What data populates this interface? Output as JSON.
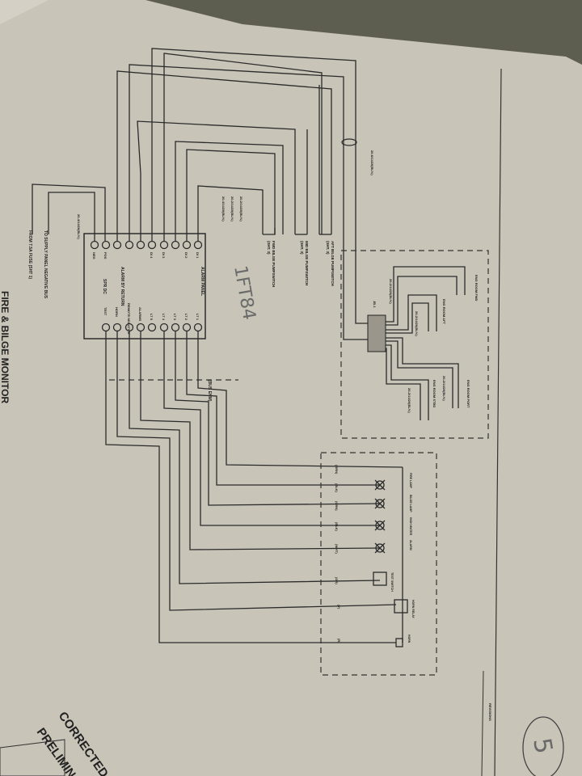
{
  "title": "FIRE & BILGE MONITOR",
  "handwritten": {
    "note": "1FT84",
    "sheet_number": "5"
  },
  "stamps": {
    "corrected": "CORRECTED",
    "preliminary": "PRELIMINARY"
  },
  "revision_block": {
    "header": "REVISIONS"
  },
  "alarm_panel": {
    "label": "ALARM PANEL",
    "top_terminals": [
      "NEG",
      "POS",
      "",
      "",
      "",
      "DI 4",
      "DI 3",
      "DI 2",
      "DI 1"
    ],
    "bottom_terminals": [
      "TEST",
      "HORN",
      "REMOTE NEGATIVE",
      "ALARMS",
      "LT 5",
      "LT 4",
      "LT 3",
      "LT 2",
      "LT 1"
    ],
    "alarm_return_label": "ALARM BY RETURN",
    "fuse_label": "SPR DC",
    "bus_label": "(BUS ENM)"
  },
  "supply": {
    "to_label": "TO SUPPLY PANEL NEGATIVE BUS",
    "from_label": "FROM 7.5A FUSE (SHT 1)"
  },
  "cables": {
    "panel_feed": "20-4/14/20(BL%)",
    "pump_a": "20-2/14/20(BL%)",
    "pump_b": "20-2/14/20(BL%)",
    "pump_c": "20-4/14/20(BL%)",
    "jb_main": "20-6/14/20(BL%)",
    "jb_a": "20-2/14/20(BL%)",
    "jb_b": "20-2/14/20(BL%)",
    "jb_c": "20-2/14/20(BL%)",
    "jb_d": "20-2/14/20(BL%)"
  },
  "pump_switches": [
    {
      "label": "FWD BILGE PUMPSWITCH",
      "ref": "(SHT. 3)"
    },
    {
      "label": "MID BILGE PUMPSWITCH",
      "ref": "(SHT. 3)"
    },
    {
      "label": "AFT BILGE PUMPSWITCH",
      "ref": "(SHT. 3)"
    }
  ],
  "junction_box": {
    "label": "JB-1",
    "switches": [
      "ENG ROOM FWD",
      "ENG ROOM AFT",
      "ENG ROOM STBD",
      "ENG ROOM PORT"
    ]
  },
  "lamp_wires": [
    "(BRN)",
    "(BLK)",
    "(GRN)",
    "(BLK)",
    "(WHT)",
    "(OR)",
    "(Y)",
    "(R)"
  ],
  "lamp_devices": [
    "FIRE LAMP",
    "BILGE LAMP",
    "HIGH WATER",
    "ALARM",
    "TEST SWITCH",
    "HORN RELAY",
    "HORN"
  ]
}
